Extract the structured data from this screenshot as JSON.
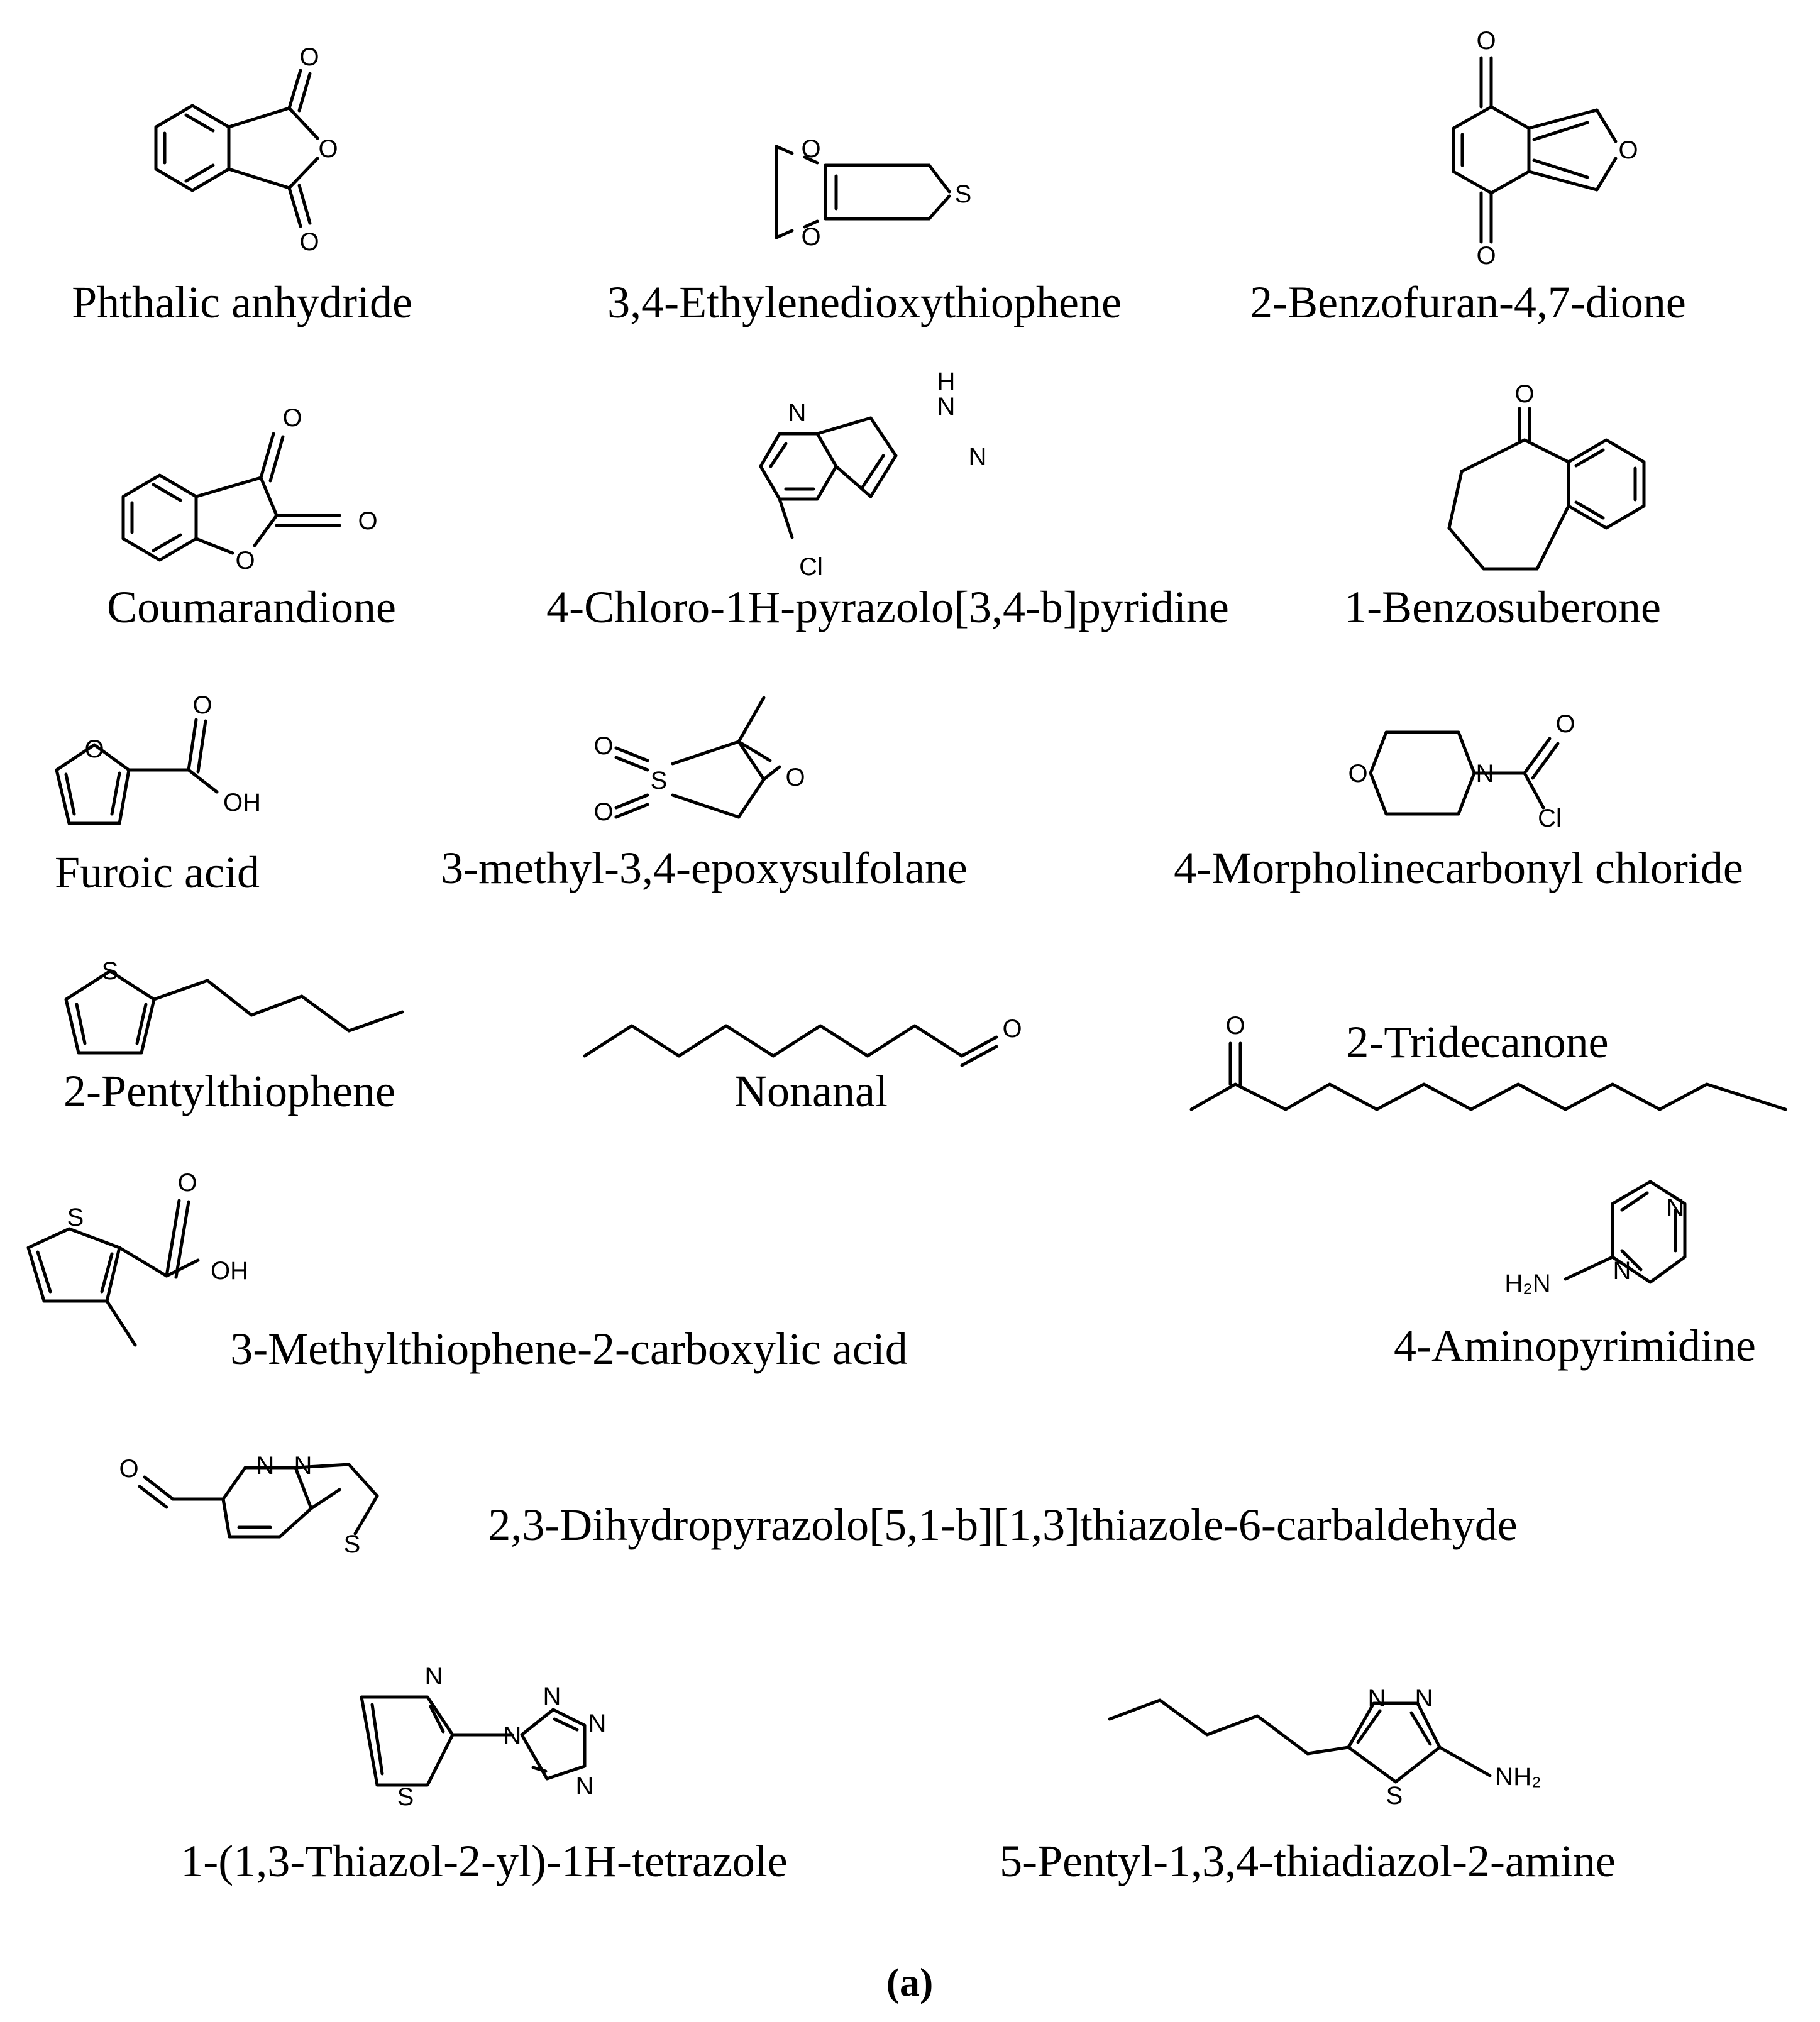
{
  "figure_label": "(a)",
  "atoms": {
    "O": "O",
    "S": "S",
    "N": "N",
    "Cl": "Cl",
    "OH": "OH",
    "H": "H",
    "H2N": "H₂N",
    "NH2": "NH₂"
  },
  "compounds": [
    {
      "name": "Phthalic anhydride"
    },
    {
      "name": "3,4-Ethylenedioxythiophene"
    },
    {
      "name": "2-Benzofuran-4,7-dione"
    },
    {
      "name": "Coumarandione"
    },
    {
      "name": "4-Chloro-1H-pyrazolo[3,4-b]pyridine"
    },
    {
      "name": "1-Benzosuberone"
    },
    {
      "name": "Furoic acid"
    },
    {
      "name": "3-methyl-3,4-epoxysulfolane"
    },
    {
      "name": "4-Morpholinecarbonyl chloride"
    },
    {
      "name": "2-Pentylthiophene"
    },
    {
      "name": "Nonanal"
    },
    {
      "name": "2-Tridecanone"
    },
    {
      "name": "3-Methylthiophene-2-carboxylic acid"
    },
    {
      "name": "4-Aminopyrimidine"
    },
    {
      "name": "2,3-Dihydropyrazolo[5,1-b][1,3]thiazole-6-carbaldehyde"
    },
    {
      "name": "1-(1,3-Thiazol-2-yl)-1H-tetrazole"
    },
    {
      "name": "5-Pentyl-1,3,4-thiadiazol-2-amine"
    }
  ]
}
